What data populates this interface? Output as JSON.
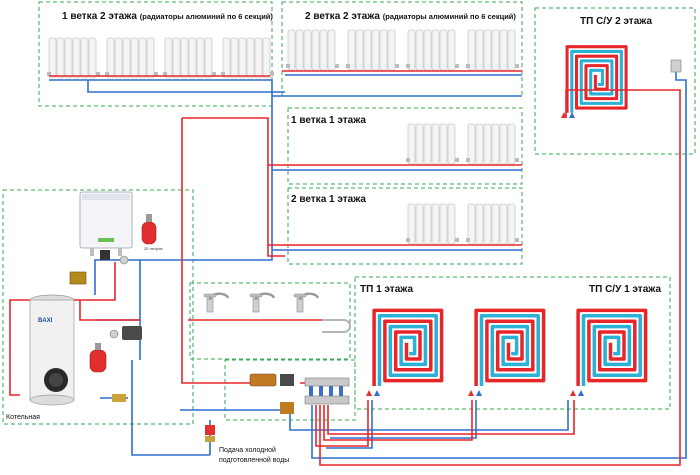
{
  "zones": {
    "branch1_floor2": {
      "title": "1 ветка 2 этажа",
      "note": "(радиаторы алюминий по 6 секций)"
    },
    "branch2_floor2": {
      "title": "2 ветка 2 этажа",
      "note": "(радиаторы алюминий по 6 секций)"
    },
    "branch1_floor1": {
      "title": "1 ветка 1 этажа"
    },
    "branch2_floor1": {
      "title": "2 ветка 1 этажа"
    },
    "ufh_bath_floor2": {
      "title": "ТП  С/У 2 этажа"
    },
    "ufh_floor1": {
      "title": "ТП 1 этажа"
    },
    "ufh_bath_floor1": {
      "title": "ТП  С/У 1 этажа"
    }
  },
  "boiler_room": {
    "label": "Котельная"
  },
  "boiler_tank": {
    "brand": "BAXI"
  },
  "expansion_tank": {
    "label": "25 литров"
  },
  "cold_water": {
    "line1": "Подача холодной",
    "line2": "подготовленной воды"
  },
  "colors": {
    "supply": "#e8262a",
    "return": "#2f6fd0",
    "zone_border": "#3aaa55",
    "floor_loop_supply": "#e8262a",
    "floor_loop_return": "#2bb0d6"
  }
}
